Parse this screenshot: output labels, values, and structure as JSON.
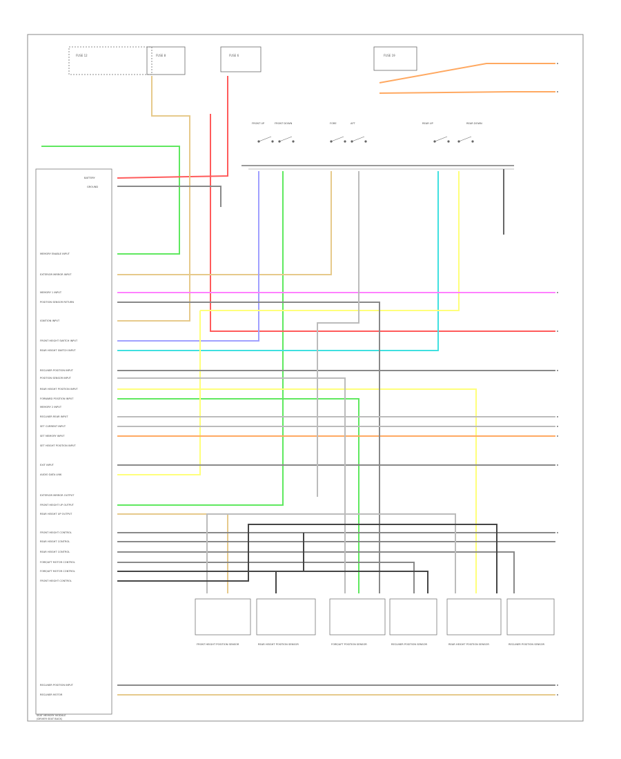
{
  "diagram": {
    "footer_label_1": "SEAT MEMORY MODULE",
    "footer_label_2": "(DRIVER SEAT BACK)",
    "battery_label": "BATTERY",
    "ground_label": "GROUND",
    "fuse_labels": [
      "FUSE 12",
      "FUSE 8",
      "FUSE 6",
      "FUSE 19"
    ],
    "left_pins": [
      "MEMORY ENABLE INPUT",
      "EXTERIOR MIRROR INPUT",
      "MEMORY 1 INPUT",
      "POSITION SENSOR RETURN",
      "IGNITION INPUT",
      "FRONT HEIGHT SWITCH INPUT",
      "REAR HEIGHT SWITCH INPUT",
      "RECLINER POSITION INPUT",
      "POSITION SENSOR INPUT",
      "REAR HEIGHT POSITION INPUT",
      "FORWARD POSITION INPUT",
      "MEMORY 2 INPUT",
      "RECLINER REAR INPUT",
      "SET CURRENT INPUT",
      "SET MEMORY INPUT",
      "SET HEIGHT POSITION INPUT",
      "EXIT INPUT",
      "AUDIO DATA LINK",
      "EXTERIOR MIRROR OUTPUT",
      "FRONT HEIGHT UP OUTPUT",
      "REAR HEIGHT UP OUTPUT",
      "FRONT HEIGHT CONTROL",
      "REAR HEIGHT CONTROL",
      "REAR HEIGHT CONTROL",
      "FORE/AFT MOTOR CONTROL",
      "FORE/AFT MOTOR CONTROL",
      "FRONT HEIGHT CONTROL",
      "RECLINER POSITION INPUT",
      "RECLINER MOTOR"
    ],
    "motor_labels": [
      "FRONT HEIGHT POSITION SENSOR",
      "REAR HEIGHT POSITION SENSOR",
      "FORE/AFT POSITION SENSOR",
      "RECLINER POSITION SENSOR",
      "REAR HEIGHT POSITION SENSOR",
      "RECLINER POSITION SENSOR"
    ],
    "switch_labels": [
      "FRONT UP",
      "FRONT DOWN",
      "FORE",
      "AFT",
      "REAR UP",
      "REAR DOWN"
    ]
  },
  "colors": {
    "green": "#5ee85e",
    "red": "#ff5a5a",
    "tan": "#e6c98a",
    "blue": "#9f9fff",
    "cyan": "#3fe0e0",
    "yellow": "#ffff7a",
    "magenta": "#ff80ff",
    "orange": "#ffa860",
    "gray": "#888888",
    "dark": "#444444"
  }
}
